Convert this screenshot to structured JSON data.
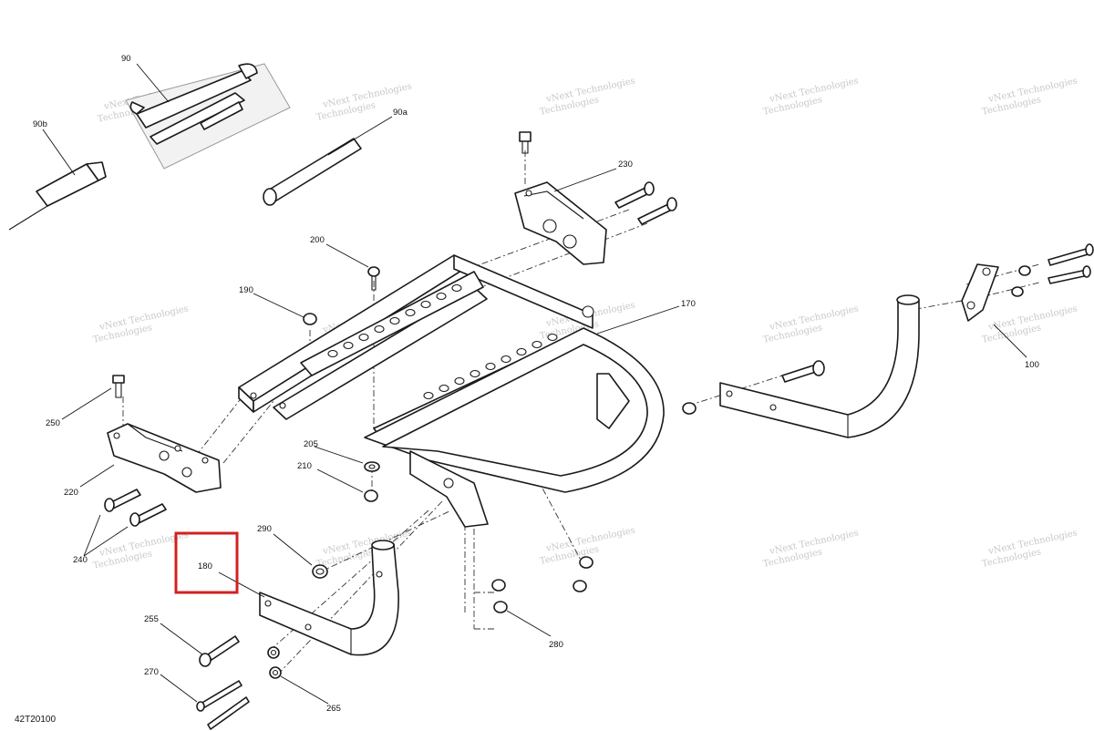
{
  "diagram_id": "42T20100",
  "callouts": {
    "c90": "90",
    "c90a": "90a",
    "c90b": "90b",
    "c100": "100",
    "c170": "170",
    "c180": "180",
    "c190": "190",
    "c200": "200",
    "c205": "205",
    "c210": "210",
    "c220": "220",
    "c230": "230",
    "c240": "240",
    "c250": "250",
    "c255": "255",
    "c265": "265",
    "c270": "270",
    "c280": "280",
    "c290": "290"
  },
  "watermark": {
    "line1": "vNext Technologies",
    "line2": "Technologies"
  },
  "highlight": {
    "target": "180",
    "color": "#d32020"
  }
}
